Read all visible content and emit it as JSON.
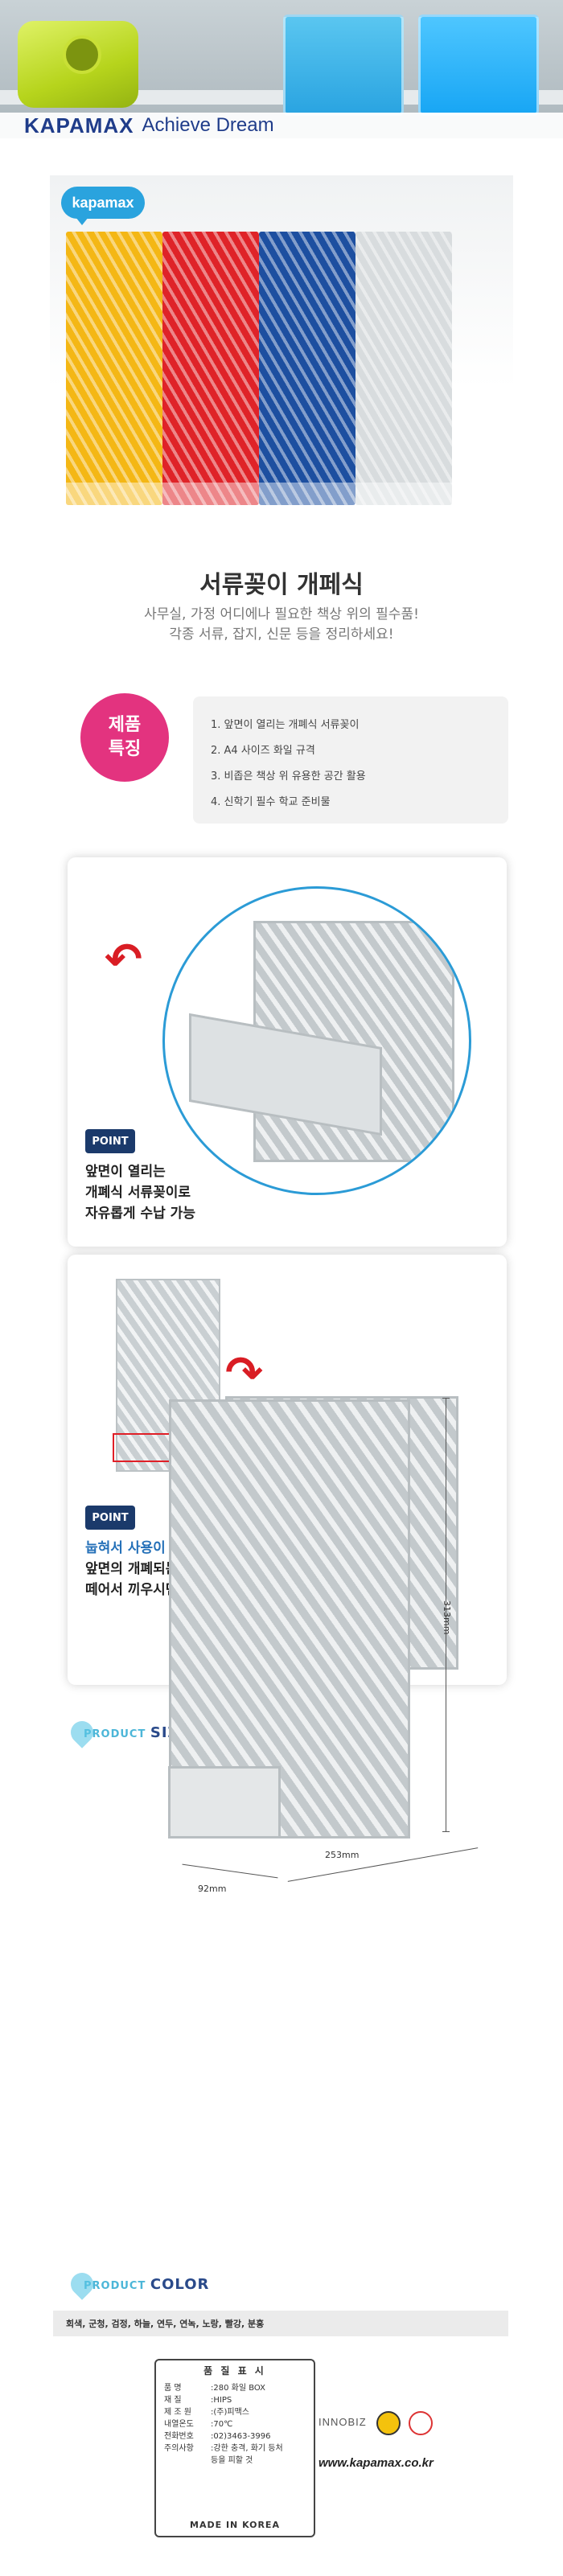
{
  "hero": {
    "brand": "KAPAMAX",
    "tagline": "Achieve Dream"
  },
  "photo": {
    "logo": "kapamax",
    "colors": [
      "#f4b715",
      "#df2328",
      "#1d4fa0",
      "#d8dcde"
    ]
  },
  "title": "서류꽂이 개페식",
  "subtitle_lines": [
    "사무실, 가정 어디에나 필요한 책상 위의 필수품!",
    "각종 서류, 잡지, 신문 등을 정리하세요!"
  ],
  "features": {
    "badge_line1": "제품",
    "badge_line2": "특징",
    "items": [
      "1. 앞면이 열리는 개폐식 서류꽂이",
      "2. A4 사이즈 화일 규격",
      "3. 비좁은 책상 위 유용한 공간 활용",
      "4. 신학기 필수 학교 준비물"
    ]
  },
  "point1": {
    "badge": "POINT",
    "lines": [
      "앞면이 열리는",
      "개폐식 서류꽂이로",
      "자유롭게 수납 가능"
    ]
  },
  "point2": {
    "badge": "POINT",
    "highlight": "눕혀서 사용이 가능합니다.",
    "lines": [
      "앞면의 개폐되는 부분을",
      "떼어서 끼우시면 됩니다."
    ]
  },
  "size": {
    "label_small": "PRODUCT",
    "label_big": "SIZE",
    "height": "313mm",
    "depth": "253mm",
    "width": "92mm"
  },
  "color": {
    "label_small": "PRODUCT",
    "label_big": "COLOR",
    "list": "회색, 군청, 검정, 하늘, 연두, 연녹, 노랑, 빨강, 분홍"
  },
  "quality": {
    "title": "품 질 표 시",
    "rows": [
      {
        "k": "품    명",
        "v": ":280 화일 BOX"
      },
      {
        "k": "재    질",
        "v": ":HIPS"
      },
      {
        "k": "제 조 원",
        "v": ":(주)피맥스"
      },
      {
        "k": "내열온도",
        "v": ":70℃"
      },
      {
        "k": "전화번호",
        "v": ":02)3463-3996"
      },
      {
        "k": "주의사항",
        "v": ":강한 충격, 화기 등처"
      },
      {
        "k": "",
        "v": "등을 피할 것"
      }
    ],
    "made_in": "MADE IN KOREA"
  },
  "cert": {
    "inno": "INNOBIZ",
    "url": "www.kapamax.co.kr"
  }
}
